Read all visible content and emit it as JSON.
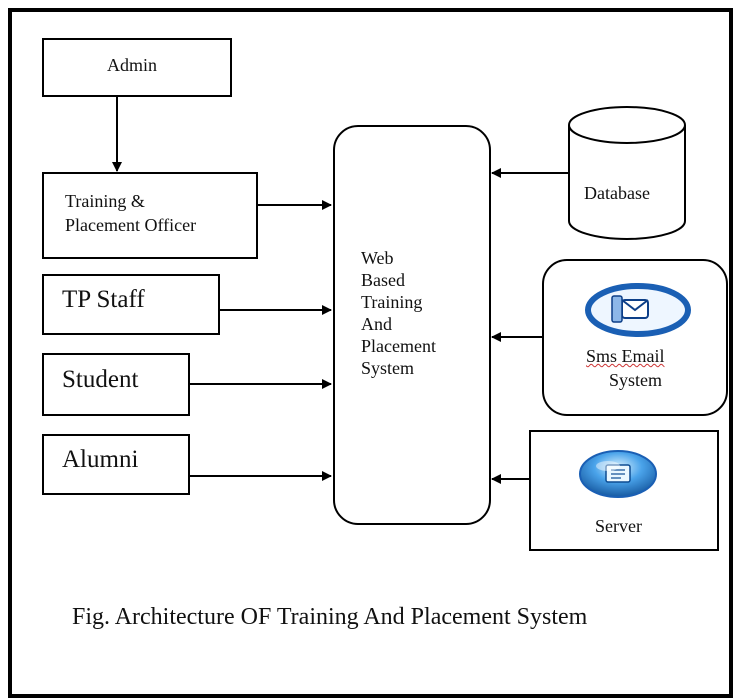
{
  "diagram": {
    "admin": "Admin",
    "tpo_line1": "Training &",
    "tpo_line2": "Placement Officer",
    "tp_staff": "TP Staff",
    "student": "Student",
    "alumni": "Alumni",
    "center_lines": [
      "Web",
      "Based",
      "Training",
      "And",
      "Placement",
      "System"
    ],
    "database": "Database",
    "sms_line1": "Sms Email",
    "sms_line2": "System",
    "server": "Server",
    "caption": "Fig. Architecture OF Training And Placement System",
    "icons": {
      "sms": "sms-email-icon",
      "server": "server-icon"
    },
    "colors": {
      "stroke": "#000000",
      "sms_icon": "#1a5fb4",
      "server_icon": "#2f86d8"
    }
  }
}
